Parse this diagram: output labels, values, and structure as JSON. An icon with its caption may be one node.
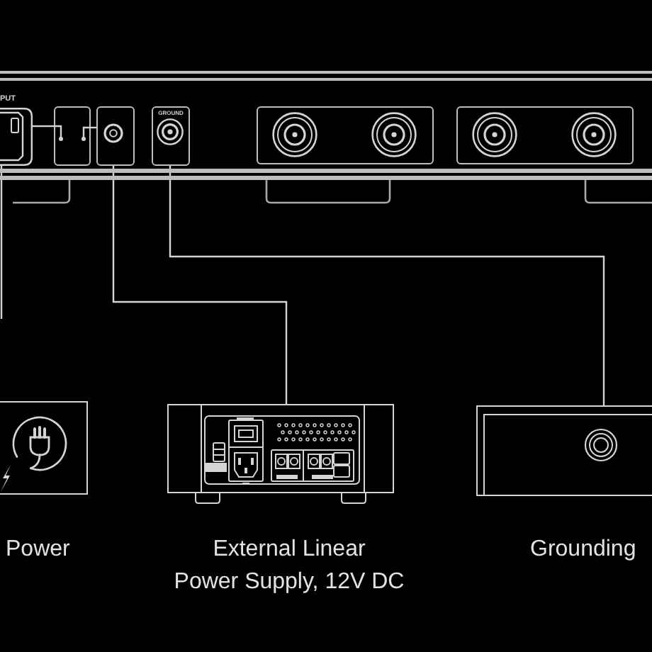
{
  "diagram": {
    "nodes": [
      {
        "text": [],
        "shape": "box"
      },
      {
        "text": [
          "PUT"
        ],
        "in": 0
      },
      {
        "text": [],
        "shape": "box",
        "in": 0
      },
      {
        "text": [],
        "shape": "box",
        "in": 0
      },
      {
        "text": [
          "GROUND"
        ],
        "in": 0
      },
      {
        "text": [
          "Power"
        ]
      },
      {
        "text": [
          "External Linear Power Supply, 12V DC"
        ]
      },
      {
        "text": [
          "Grounding"
        ]
      }
    ],
    "edges": [
      {
        "from": 1,
        "to": 2,
        "arrow": "none"
      },
      {
        "from": 2,
        "to": 3,
        "arrow": "none"
      },
      {
        "from": 1,
        "to": null,
        "arrow": "none"
      },
      {
        "from": 3,
        "to": 6,
        "arrow": "none"
      },
      {
        "from": 4,
        "to": 7,
        "arrow": "none"
      }
    ]
  }
}
